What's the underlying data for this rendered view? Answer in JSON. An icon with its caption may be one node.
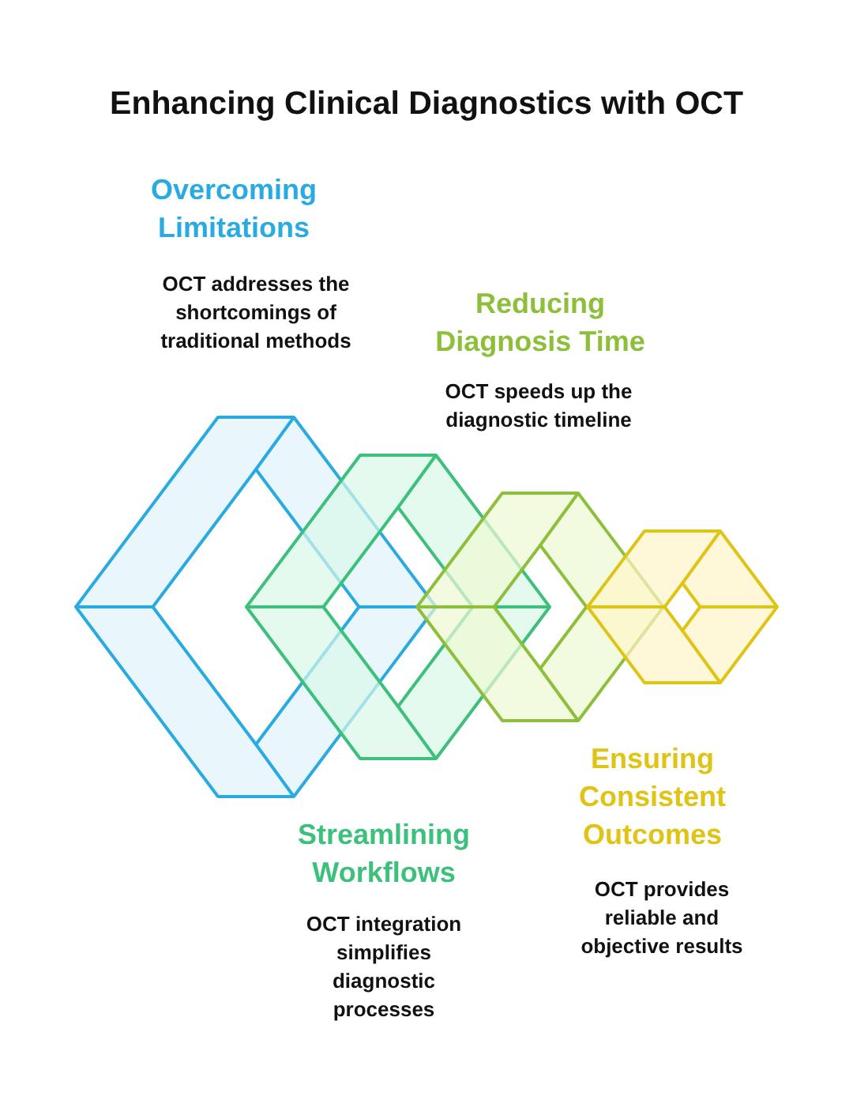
{
  "diagram": {
    "title": "Enhancing Clinical Diagnostics with OCT",
    "nodes": [
      {
        "text": [
          "Overcoming Limitations",
          "OCT addresses the shortcomings of traditional methods"
        ]
      },
      {
        "text": [
          "Streamlining Workflows"
        ]
      },
      {
        "text": [
          "Reducing Diagnosis Time",
          "OCT speeds up the diagnostic timeline"
        ]
      },
      {
        "text": [
          "Ensuring Consistent Outcomes"
        ]
      }
    ],
    "labels": [
      "OCT provides reliable and objective results",
      "OCT integration simplifies diagnostic processes"
    ]
  }
}
